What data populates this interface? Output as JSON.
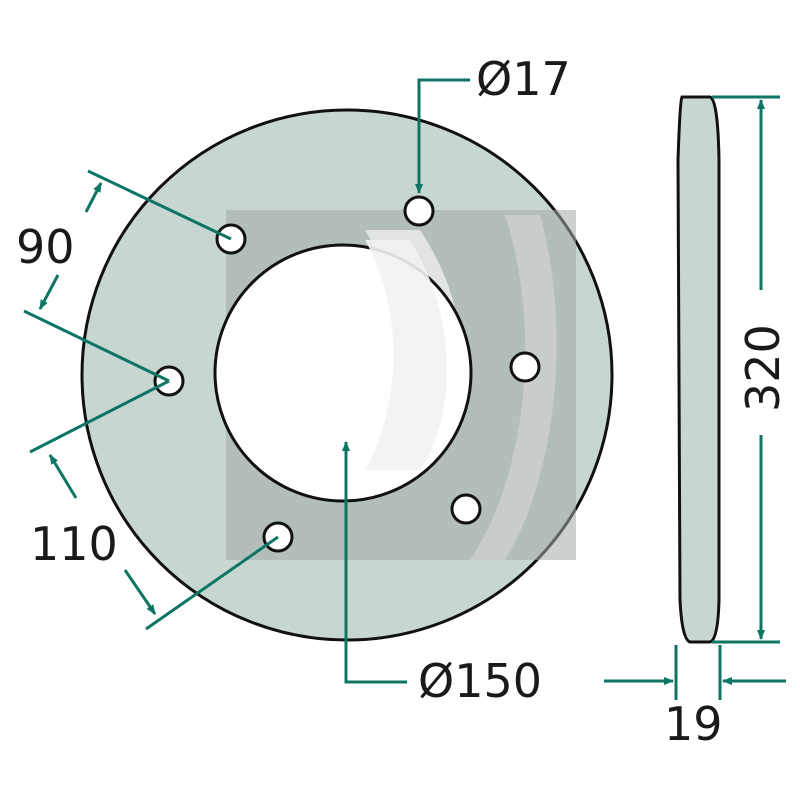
{
  "colors": {
    "disc_fill": "#c7d6d1",
    "outline": "#111111",
    "dimension": "#0c7563",
    "watermark_dark": "#a3aaa6",
    "watermark_light": "#d2d4d2"
  },
  "dimensions": {
    "hole_diameter": "Ø17",
    "center_bore_diameter": "Ø150",
    "outer_diameter": "320",
    "thickness": "19",
    "hole_angle_spacing_a": "90",
    "hole_angle_spacing_b": "110"
  }
}
